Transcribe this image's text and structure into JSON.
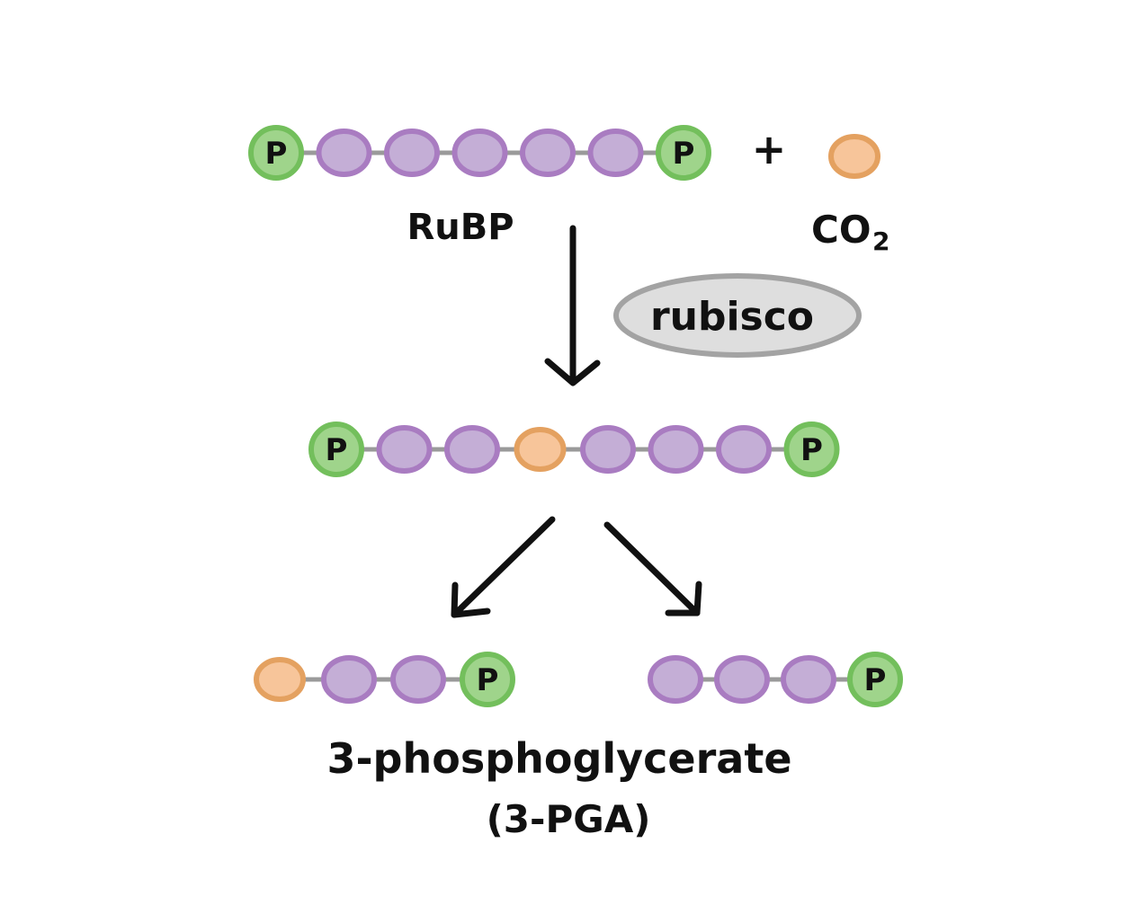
{
  "colors": {
    "carbon_fill": "#c4aed6",
    "carbon_stroke": "#a97cc1",
    "co2_fill": "#f7c59a",
    "co2_stroke": "#e4a160",
    "phosphate_fill": "#9fd48b",
    "phosphate_stroke": "#73bf5c",
    "bond": "#9a9a9a",
    "enzyme_fill": "#dedede",
    "enzyme_stroke": "#a3a3a3",
    "ink": "#111111"
  },
  "labels": {
    "rubp": "RuBP",
    "plus": "+",
    "co2_main": "CO",
    "co2_sub": "2",
    "enzyme": "rubisco",
    "product_line1": "3-phosphoglycerate",
    "product_line2": "(3-PGA)",
    "phosphate": "P"
  },
  "molecules": {
    "rubp": [
      "phosphate",
      "carbon",
      "carbon",
      "carbon",
      "carbon",
      "carbon",
      "phosphate"
    ],
    "co2": [
      "co2"
    ],
    "intermediate": [
      "phosphate",
      "carbon",
      "carbon",
      "co2",
      "carbon",
      "carbon",
      "carbon",
      "phosphate"
    ],
    "pga_left": [
      "co2",
      "carbon",
      "carbon",
      "phosphate"
    ],
    "pga_right": [
      "carbon",
      "carbon",
      "carbon",
      "phosphate"
    ]
  },
  "icons": {
    "reaction_arrow": "down-arrow-icon",
    "split_left": "down-left-arrow-icon",
    "split_right": "down-right-arrow-icon"
  }
}
